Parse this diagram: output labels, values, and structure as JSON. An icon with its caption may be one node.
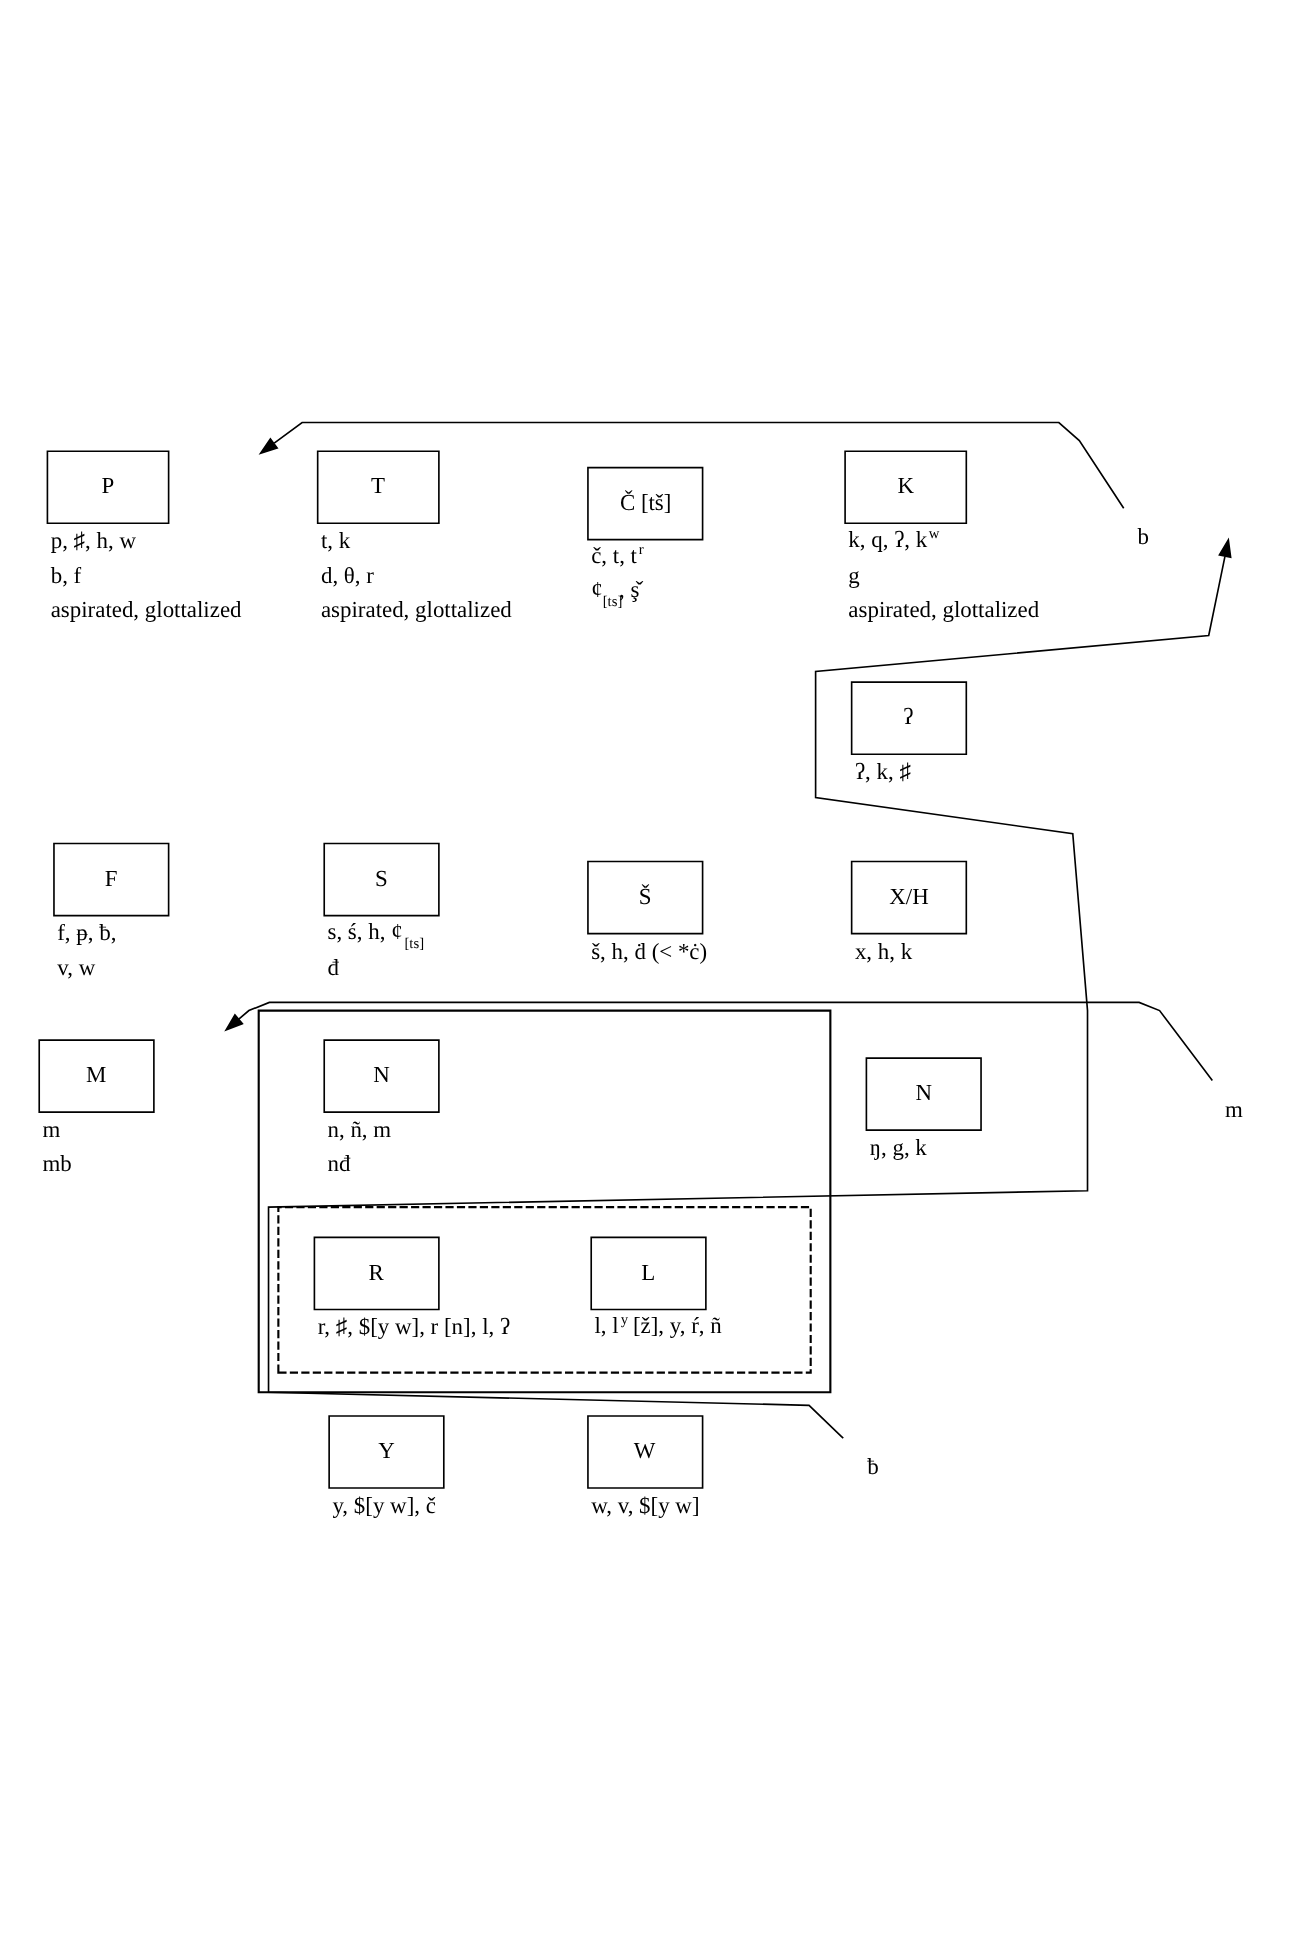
{
  "diagram": {
    "nodes": [
      {
        "text": [
          "P"
        ],
        "beside": [
          "p, ♯, h, w",
          "b, f",
          "aspirated, glottalized"
        ]
      },
      {
        "text": [
          "T"
        ],
        "beside": [
          "t, k",
          "d, θ, r",
          "aspirated, glottalized"
        ]
      },
      {
        "text": [
          "Č [tš]"
        ],
        "beside": [
          "č, t, t$^{r}$",
          "¢$_{[ts]}$, ş̌"
        ]
      },
      {
        "text": [
          "K"
        ],
        "beside": [
          "k, q, ʔ, k$^{w}$",
          "g",
          "aspirated, glottalized"
        ]
      },
      {
        "text": [
          "b"
        ]
      },
      {
        "text": [
          "ʔ"
        ],
        "beside": [
          "ʔ, k, ♯"
        ]
      },
      {
        "text": [
          "F"
        ],
        "beside": [
          "f, ᵽ, ƀ,",
          "v, w"
        ]
      },
      {
        "text": [
          "S"
        ],
        "beside": [
          "s, ś, h, ¢$_{[ts]}$",
          "đ"
        ]
      },
      {
        "text": [
          "Š"
        ],
        "beside": [
          "š, h, ḋ (< *ċ)"
        ]
      },
      {
        "text": [
          "X/H"
        ],
        "beside": [
          "x, h, k"
        ]
      },
      {
        "text": [
          "M"
        ],
        "beside": [
          "m",
          "mb"
        ]
      },
      {
        "text": [],
        "shape": "box"
      },
      {
        "text": [
          "N"
        ],
        "in": 11,
        "beside": [
          "n, ñ, m",
          "nđ"
        ]
      },
      {
        "text": [
          "N"
        ],
        "beside": [
          "ŋ, g, k"
        ]
      },
      {
        "text": [
          "m"
        ]
      },
      {
        "text": [],
        "shape": "box",
        "in": 11
      },
      {
        "text": [
          "R"
        ],
        "in": 15,
        "beside": [
          "r, ♯, $[y w], r [n], l, ʔ"
        ]
      },
      {
        "text": [
          "L"
        ],
        "in": 15,
        "beside": [
          "l, l$^{y}$ [ž], y, ŕ, ñ"
        ]
      },
      {
        "text": [
          "Y"
        ],
        "beside": [
          "y, $[y w], č"
        ]
      },
      {
        "text": [
          "W"
        ],
        "beside": [
          "w, v, $[y w]"
        ]
      },
      {
        "text": [
          "ƀ"
        ]
      }
    ],
    "edges": [
      {
        "from": 4,
        "to": 0,
        "arrow": "to"
      },
      {
        "from": 14,
        "to": 10,
        "arrow": "to"
      },
      {
        "from": 20,
        "to": null,
        "arrow": "to"
      }
    ]
  }
}
